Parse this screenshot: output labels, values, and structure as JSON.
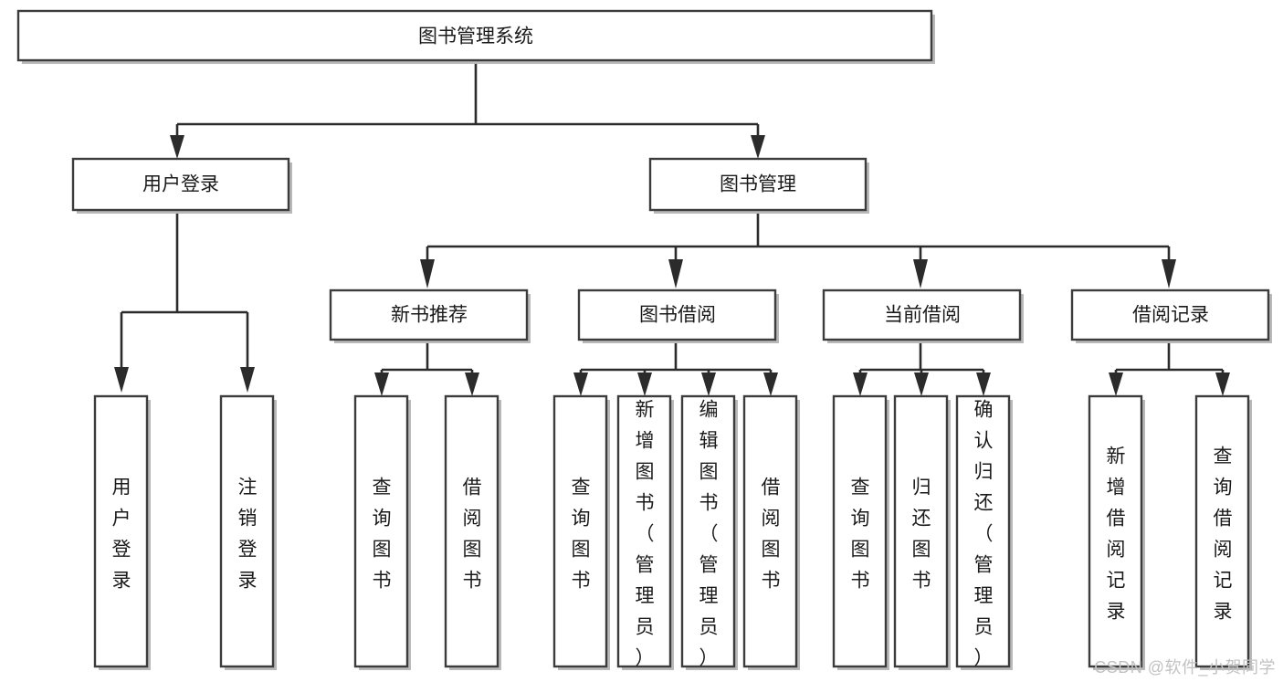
{
  "diagram": {
    "type": "tree-hierarchy-flowchart",
    "title": "图书管理系统",
    "watermark": "CSDN @软件_小贺同学",
    "colors": {
      "box_stroke": "#3c3c3c",
      "box_fill": "#ffffff",
      "connector": "#2b2b2b",
      "text": "#1a1a1a",
      "watermark": "#c2c2c2",
      "background": "#ffffff"
    },
    "levels": {
      "root": {
        "label": "图书管理系统",
        "orientation": "horizontal"
      },
      "level2": [
        {
          "label": "用户登录",
          "orientation": "horizontal"
        },
        {
          "label": "图书管理",
          "orientation": "horizontal"
        }
      ],
      "level3": [
        {
          "label": "新书推荐",
          "orientation": "horizontal",
          "parent": "图书管理"
        },
        {
          "label": "图书借阅",
          "orientation": "horizontal",
          "parent": "图书管理"
        },
        {
          "label": "当前借阅",
          "orientation": "horizontal",
          "parent": "图书管理"
        },
        {
          "label": "借阅记录",
          "orientation": "horizontal",
          "parent": "图书管理"
        }
      ],
      "leaves": [
        {
          "label": "用户登录",
          "orientation": "vertical",
          "parent": "用户登录"
        },
        {
          "label": "注销登录",
          "orientation": "vertical",
          "parent": "用户登录"
        },
        {
          "label": "查询图书",
          "orientation": "vertical",
          "parent": "新书推荐"
        },
        {
          "label": "借阅图书",
          "orientation": "vertical",
          "parent": "新书推荐"
        },
        {
          "label": "查询图书",
          "orientation": "vertical",
          "parent": "图书借阅"
        },
        {
          "label": "新增图书（管理员）",
          "orientation": "vertical",
          "parent": "图书借阅"
        },
        {
          "label": "编辑图书（管理员）",
          "orientation": "vertical",
          "parent": "图书借阅"
        },
        {
          "label": "借阅图书",
          "orientation": "vertical",
          "parent": "图书借阅"
        },
        {
          "label": "查询图书",
          "orientation": "vertical",
          "parent": "当前借阅"
        },
        {
          "label": "归还图书",
          "orientation": "vertical",
          "parent": "当前借阅"
        },
        {
          "label": "确认归还（管理员）",
          "orientation": "vertical",
          "parent": "当前借阅"
        },
        {
          "label": "新增借阅记录",
          "orientation": "vertical",
          "parent": "借阅记录"
        },
        {
          "label": "查询借阅记录",
          "orientation": "vertical",
          "parent": "借阅记录"
        }
      ]
    },
    "nodes": {
      "root": {
        "id": "root",
        "label": "图书管理系统"
      },
      "n_user_login": {
        "id": "n_user_login",
        "label": "用户登录"
      },
      "n_book_mgmt": {
        "id": "n_book_mgmt",
        "label": "图书管理"
      },
      "n_new_rec": {
        "id": "n_new_rec",
        "label": "新书推荐"
      },
      "n_borrow": {
        "id": "n_borrow",
        "label": "图书借阅"
      },
      "n_current": {
        "id": "n_current",
        "label": "当前借阅"
      },
      "n_record": {
        "id": "n_record",
        "label": "借阅记录"
      },
      "l_login": {
        "id": "l_login",
        "label": "用户登录"
      },
      "l_logout": {
        "id": "l_logout",
        "label": "注销登录"
      },
      "l_query_book_1": {
        "id": "l_query_book_1",
        "label": "查询图书"
      },
      "l_borrow_book_1": {
        "id": "l_borrow_book_1",
        "label": "借阅图书"
      },
      "l_query_book_2": {
        "id": "l_query_book_2",
        "label": "查询图书"
      },
      "l_add_book": {
        "id": "l_add_book",
        "label": "新增图书（管理员）"
      },
      "l_edit_book": {
        "id": "l_edit_book",
        "label": "编辑图书（管理员）"
      },
      "l_borrow_book_2": {
        "id": "l_borrow_book_2",
        "label": "借阅图书"
      },
      "l_query_book_3": {
        "id": "l_query_book_3",
        "label": "查询图书"
      },
      "l_return_book": {
        "id": "l_return_book",
        "label": "归还图书"
      },
      "l_confirm_return": {
        "id": "l_confirm_return",
        "label": "确认归还（管理员）"
      },
      "l_add_record": {
        "id": "l_add_record",
        "label": "新增借阅记录"
      },
      "l_query_record": {
        "id": "l_query_record",
        "label": "查询借阅记录"
      }
    }
  }
}
